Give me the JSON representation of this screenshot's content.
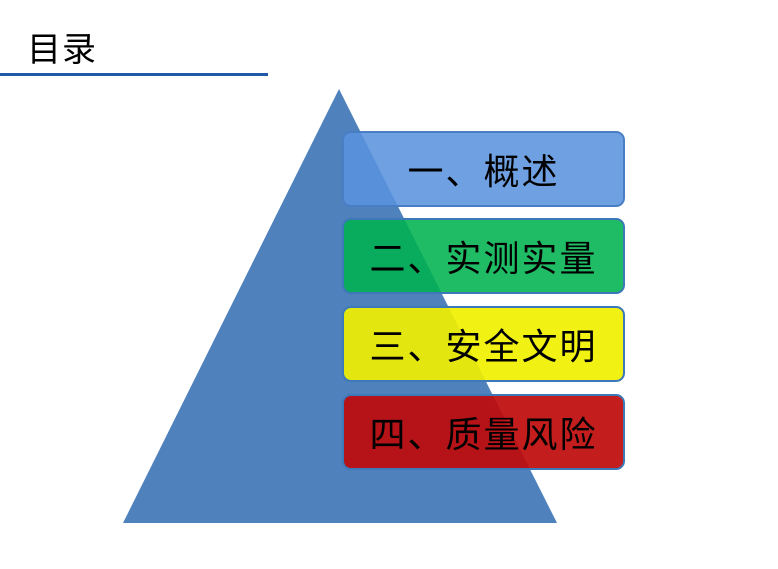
{
  "title": "目录",
  "colors": {
    "underline": "#1f5aa8",
    "pyramid": "#4f81bd",
    "item_1": "#5a93de",
    "item_2": "#00b250",
    "item_3": "#f0f000",
    "item_4": "#be0a0a"
  },
  "items": [
    {
      "label": "一、概述"
    },
    {
      "label": "二、实测实量"
    },
    {
      "label": "三、安全文明"
    },
    {
      "label": "四、质量风险"
    }
  ]
}
